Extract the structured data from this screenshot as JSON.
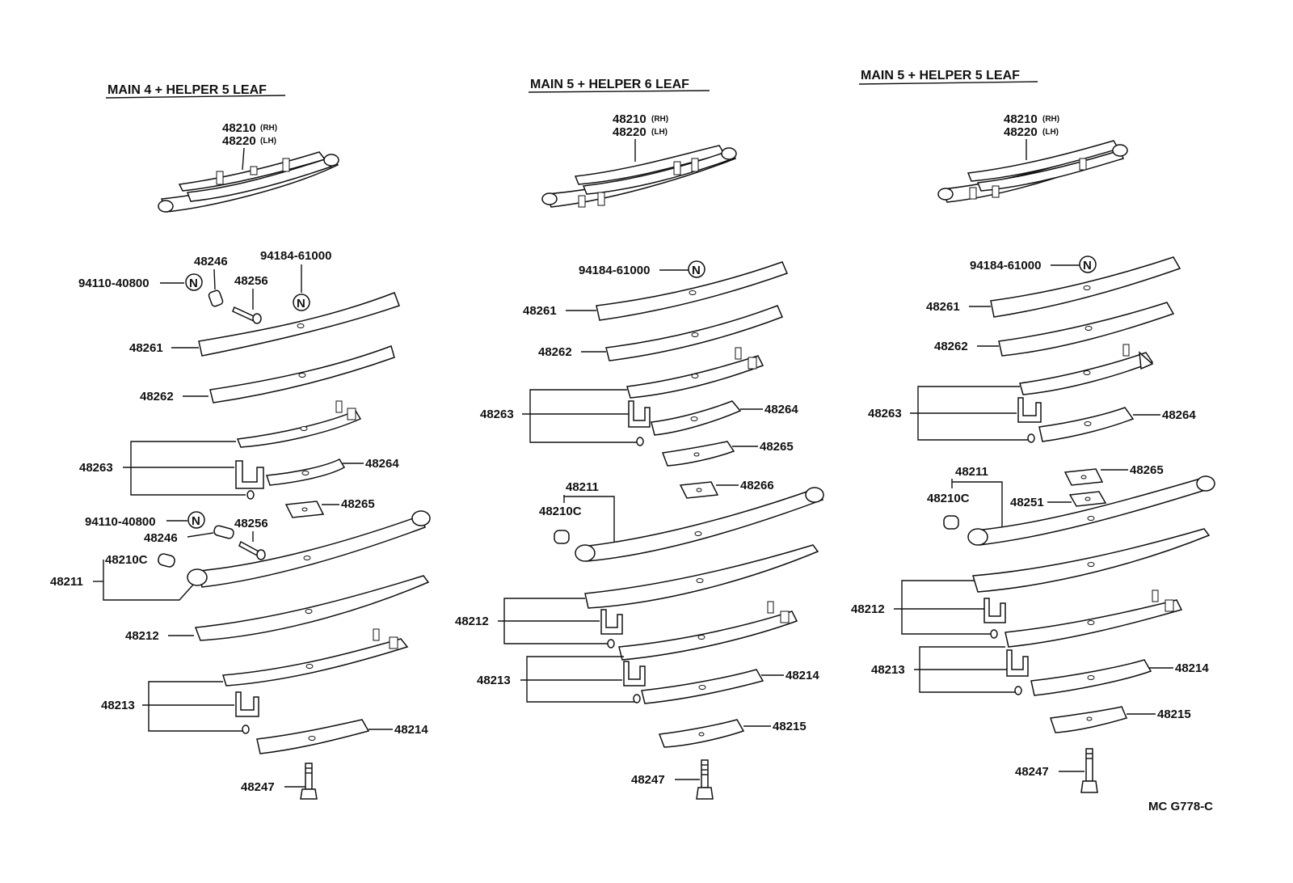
{
  "diagram": {
    "code": "MC G778-C",
    "columns": [
      {
        "title": "MAIN 4 + HELPER 5 LEAF",
        "assembly": {
          "rh": "48210",
          "rh_side": "(RH)",
          "lh": "48220",
          "lh_side": "(LH)"
        },
        "labels": {
          "p94110a": "94110-40800",
          "p48246a": "48246",
          "p48256a": "48256",
          "p94184": "94184-61000",
          "p48261": "48261",
          "p48262": "48262",
          "p48263": "48263",
          "p48264": "48264",
          "p48265": "48265",
          "p94110b": "94110-40800",
          "p48246b": "48246",
          "p48256b": "48256",
          "p48210c": "48210C",
          "p48211": "48211",
          "p48212": "48212",
          "p48213": "48213",
          "p48214": "48214",
          "p48247": "48247"
        }
      },
      {
        "title": "MAIN 5 + HELPER 6 LEAF",
        "assembly": {
          "rh": "48210",
          "rh_side": "(RH)",
          "lh": "48220",
          "lh_side": "(LH)"
        },
        "labels": {
          "p94184": "94184-61000",
          "p48261": "48261",
          "p48262": "48262",
          "p48263": "48263",
          "p48264": "48264",
          "p48265": "48265",
          "p48266": "48266",
          "p48211": "48211",
          "p48210c": "48210C",
          "p48212": "48212",
          "p48213": "48213",
          "p48214": "48214",
          "p48215": "48215",
          "p48247": "48247"
        }
      },
      {
        "title": "MAIN 5 + HELPER 5 LEAF",
        "assembly": {
          "rh": "48210",
          "rh_side": "(RH)",
          "lh": "48220",
          "lh_side": "(LH)"
        },
        "labels": {
          "p94184": "94184-61000",
          "p48261": "48261",
          "p48262": "48262",
          "p48263": "48263",
          "p48264": "48264",
          "p48211": "48211",
          "p48265": "48265",
          "p48210c": "48210C",
          "p48251": "48251",
          "p48212": "48212",
          "p48213": "48213",
          "p48214": "48214",
          "p48215": "48215",
          "p48247": "48247"
        }
      }
    ],
    "nut_symbol": "N"
  }
}
